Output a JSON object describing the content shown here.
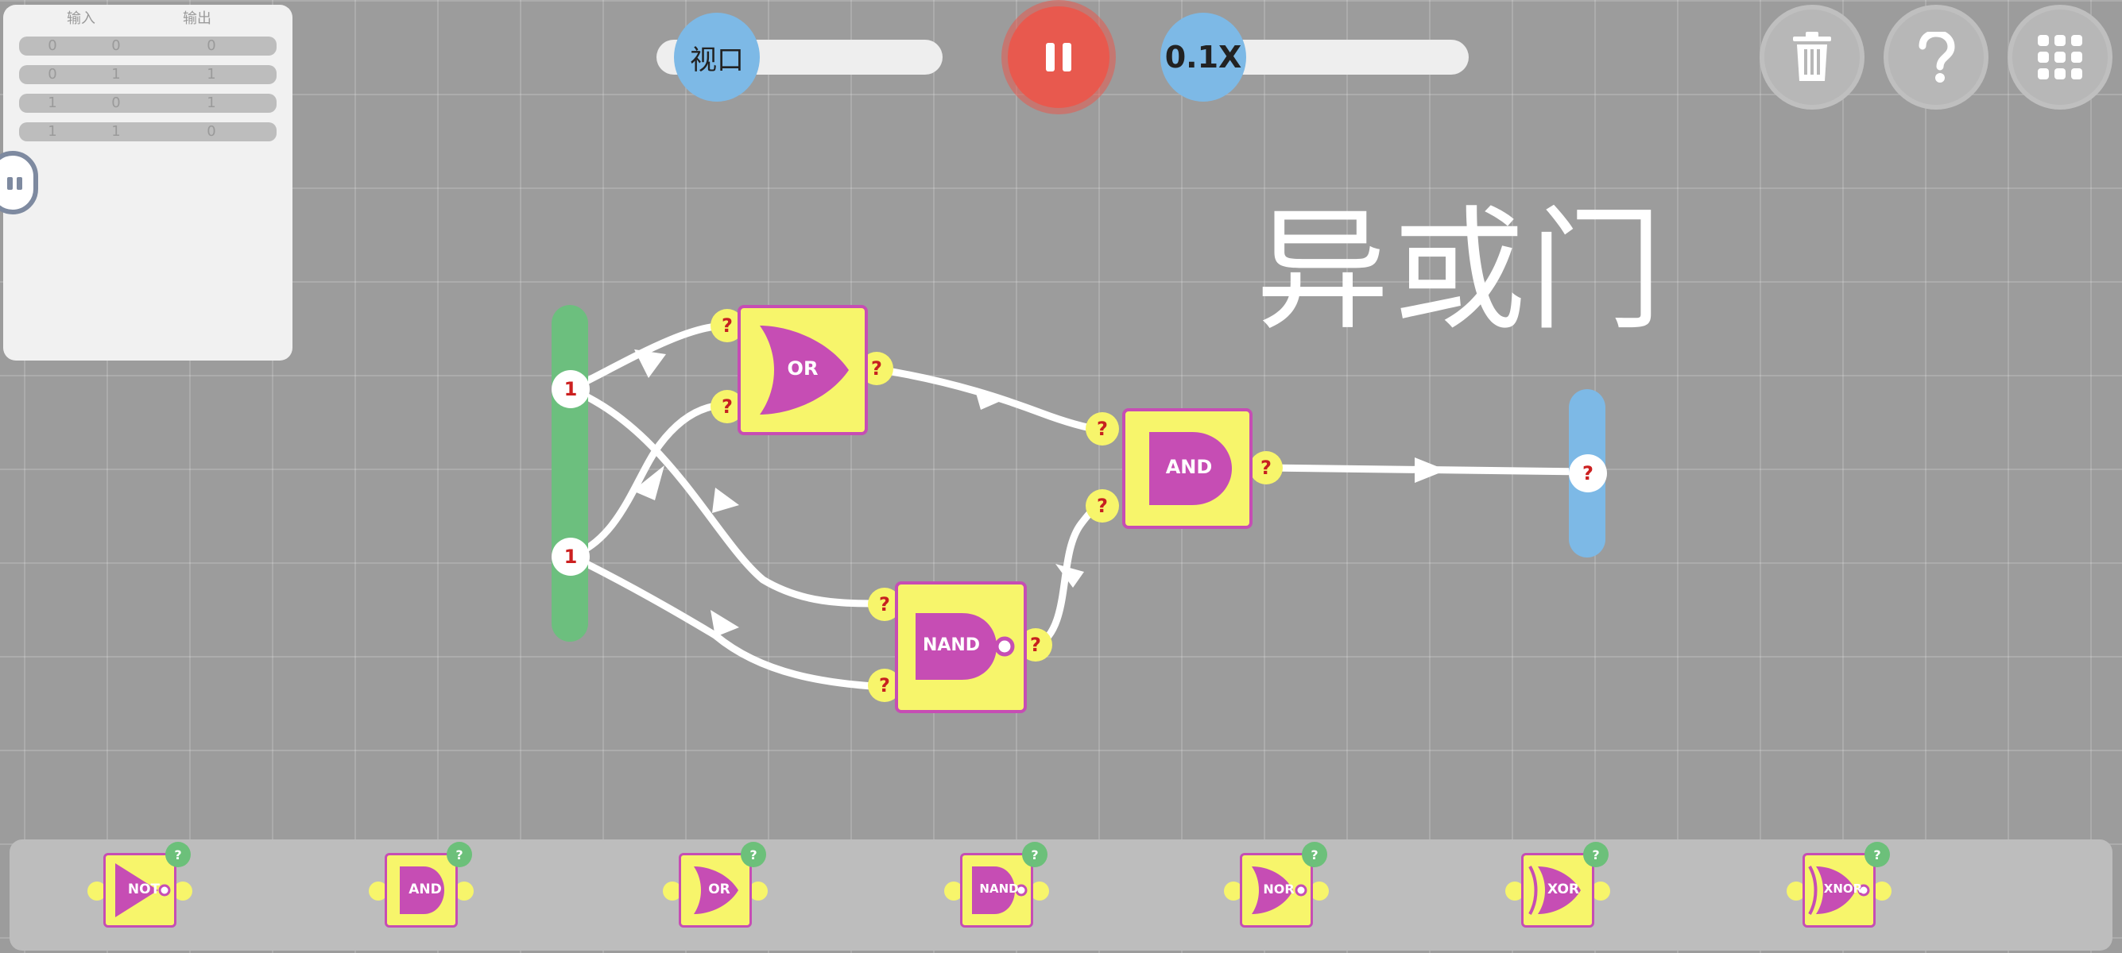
{
  "truth_table": {
    "headers": [
      "输入",
      "输出"
    ],
    "rows": [
      [
        "0",
        "0",
        "0"
      ],
      [
        "0",
        "1",
        "1"
      ],
      [
        "1",
        "0",
        "1"
      ],
      [
        "1",
        "1",
        "0"
      ]
    ]
  },
  "controls": {
    "view_label": "视口",
    "speed_label": "0.1X",
    "view_slider_value": 0.0,
    "speed_slider_value": 0.0
  },
  "level_title": "异或门",
  "inputs": {
    "pin_a": "1",
    "pin_b": "1"
  },
  "output": {
    "pin": "?"
  },
  "gates": {
    "or": {
      "label": "OR",
      "in_a": "?",
      "in_b": "?",
      "out": "?"
    },
    "nand": {
      "label": "NAND",
      "in_a": "?",
      "in_b": "?",
      "out": "?"
    },
    "and": {
      "label": "AND",
      "in_a": "?",
      "in_b": "?",
      "out": "?"
    }
  },
  "toolbox": [
    {
      "label": "NOT",
      "badge": "?"
    },
    {
      "label": "AND",
      "badge": "?"
    },
    {
      "label": "OR",
      "badge": "?"
    },
    {
      "label": "NAND",
      "badge": "?"
    },
    {
      "label": "NOR",
      "badge": "?"
    },
    {
      "label": "XOR",
      "badge": "?"
    },
    {
      "label": "XNOR",
      "badge": "?"
    }
  ],
  "colors": {
    "gate_fill": "#f7f56b",
    "gate_accent": "#c64db4",
    "input_bar": "#6cbf7e",
    "output_bar": "#7db9e6",
    "pause": "#e8594e"
  },
  "icons": [
    "pause-icon",
    "trash-icon",
    "help-icon",
    "grid-menu-icon",
    "panel-toggle-icon"
  ]
}
